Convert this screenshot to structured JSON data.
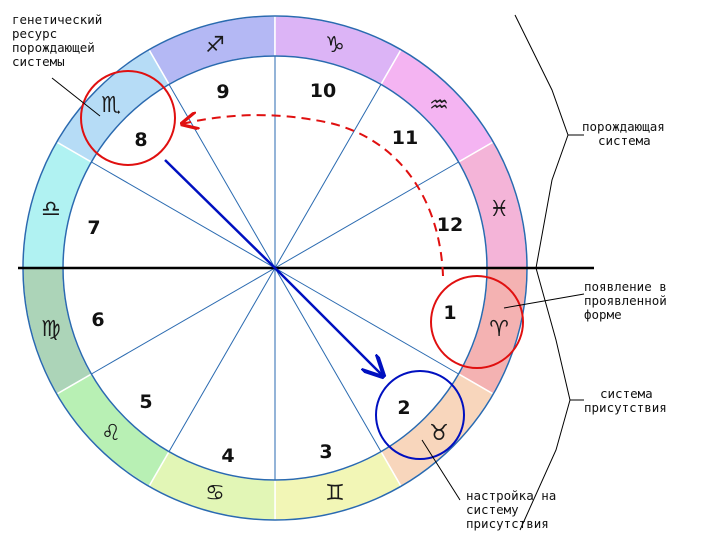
{
  "zodiac_ring": [
    {
      "sign": "Sagittarius",
      "glyph": "♐",
      "color": "#b4b8f4"
    },
    {
      "sign": "Capricorn",
      "glyph": "♑",
      "color": "#dcb4f6"
    },
    {
      "sign": "Aquarius",
      "glyph": "♒",
      "color": "#f4b4f2"
    },
    {
      "sign": "Pisces",
      "glyph": "♓",
      "color": "#f4b4d8"
    },
    {
      "sign": "Aries",
      "glyph": "♈",
      "color": "#f4b2b2"
    },
    {
      "sign": "Taurus",
      "glyph": "♉",
      "color": "#f8d6bc"
    },
    {
      "sign": "Gemini",
      "glyph": "♊",
      "color": "#f2f6b6"
    },
    {
      "sign": "Cancer",
      "glyph": "♋",
      "color": "#e2f6b6"
    },
    {
      "sign": "Leo",
      "glyph": "♌",
      "color": "#b8f0b4"
    },
    {
      "sign": "Virgo",
      "glyph": "♍",
      "color": "#acd4b8"
    },
    {
      "sign": "Libra",
      "glyph": "♎",
      "color": "#b0f2f2"
    },
    {
      "sign": "Scorpio",
      "glyph": "♏",
      "color": "#b6dcf6"
    }
  ],
  "houses": [
    "1",
    "2",
    "3",
    "4",
    "5",
    "6",
    "7",
    "8",
    "9",
    "10",
    "11",
    "12"
  ],
  "annotations": {
    "genetic_resource": [
      "генетический",
      "ресурс",
      "порождающей",
      "системы"
    ],
    "generating_system": [
      "порождающая",
      "система"
    ],
    "manifest_form": [
      "появление в",
      "проявленной",
      "форме"
    ],
    "presence_system": [
      "система",
      "присутствия"
    ],
    "tuning": [
      "настройка на",
      "систему",
      "присутствия"
    ]
  },
  "colors": {
    "highlight_red": "#e01010",
    "arrow_blue": "#0010c0",
    "line": "#2a6ab0"
  }
}
